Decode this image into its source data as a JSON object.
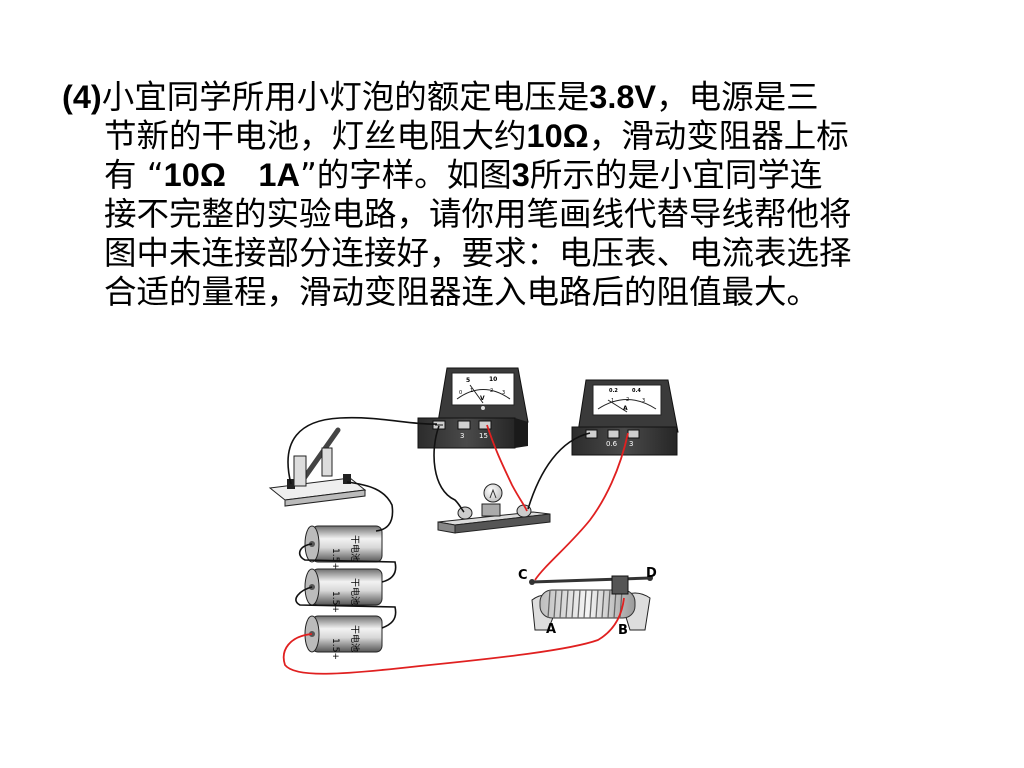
{
  "question": {
    "lines": [
      {
        "parts": [
          {
            "b": "(4)"
          },
          {
            "t": "小宜同学所用小灯泡的额定电压是"
          },
          {
            "b": "3.8V"
          },
          {
            "t": "，电源是三"
          }
        ]
      },
      {
        "parts": [
          {
            "t": "节新的干电池，灯丝电阻大约"
          },
          {
            "b": "10Ω"
          },
          {
            "t": "，滑动变阻器上标"
          }
        ]
      },
      {
        "parts": [
          {
            "t": "有 “"
          },
          {
            "b": "10Ω　1A"
          },
          {
            "t": "”的字样。如图"
          },
          {
            "b": "3"
          },
          {
            "t": "所示的是小宜同学连"
          }
        ]
      },
      {
        "parts": [
          {
            "t": "接不完整的实验电路，请你用笔画线代替导线帮他将"
          }
        ]
      },
      {
        "parts": [
          {
            "t": "图中未连接部分连接好，要求：电压表、电流表选择"
          }
        ]
      },
      {
        "parts": [
          {
            "t": "合适的量程，滑动变阻器连入电路后的阻值最大。"
          }
        ]
      }
    ]
  },
  "figure": {
    "voltmeter": {
      "symbol": "V",
      "scale_top": [
        "5",
        "10"
      ],
      "scale_bottom": [
        "0",
        "1",
        "2",
        "3"
      ],
      "terminals": [
        "3",
        "15"
      ]
    },
    "ammeter": {
      "symbol": "A",
      "scale_top": [
        "0.2",
        "0.4"
      ],
      "scale_bottom": [
        "1",
        "2",
        "3"
      ],
      "terminals": [
        "0.6",
        "3"
      ]
    },
    "battery": {
      "label": "1.5+",
      "brand": "干电池"
    },
    "rheostat": {
      "labels": [
        "C",
        "D",
        "A",
        "B"
      ]
    },
    "colors": {
      "drawn_wire": "#e02020",
      "original_wire": "#111111"
    }
  }
}
